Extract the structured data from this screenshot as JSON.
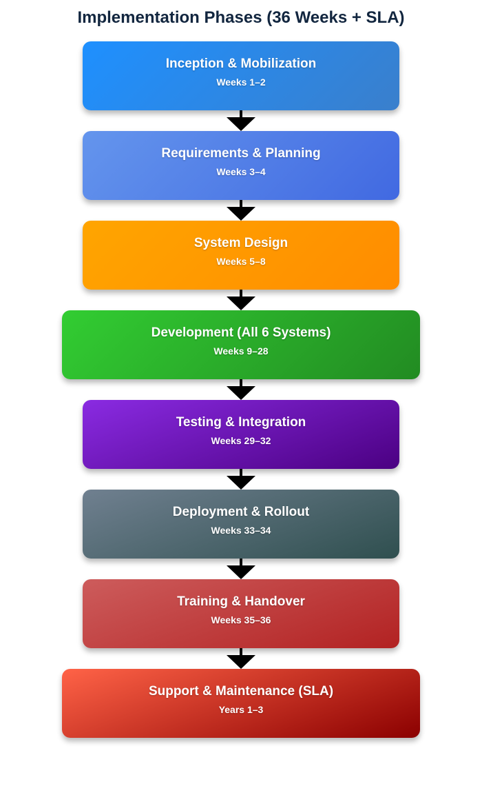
{
  "title": "Implementation Phases (36 Weeks + SLA)",
  "phases": [
    {
      "name": "Inception & Mobilization",
      "duration": "Weeks 1–2",
      "color": "#1e90ff"
    },
    {
      "name": "Requirements & Planning",
      "duration": "Weeks 3–4",
      "color": "#6495ed"
    },
    {
      "name": "System Design",
      "duration": "Weeks 5–8",
      "color": "#ffa500"
    },
    {
      "name": "Development (All 6 Systems)",
      "duration": "Weeks 9–28",
      "color": "#32cd32"
    },
    {
      "name": "Testing & Integration",
      "duration": "Weeks 29–32",
      "color": "#8a2be2"
    },
    {
      "name": "Deployment & Rollout",
      "duration": "Weeks 33–34",
      "color": "#708090"
    },
    {
      "name": "Training & Handover",
      "duration": "Weeks 35–36",
      "color": "#cd5c5c"
    },
    {
      "name": "Support & Maintenance (SLA)",
      "duration": "Years 1–3",
      "color": "#ff6347"
    }
  ],
  "connector_color": "#000000"
}
